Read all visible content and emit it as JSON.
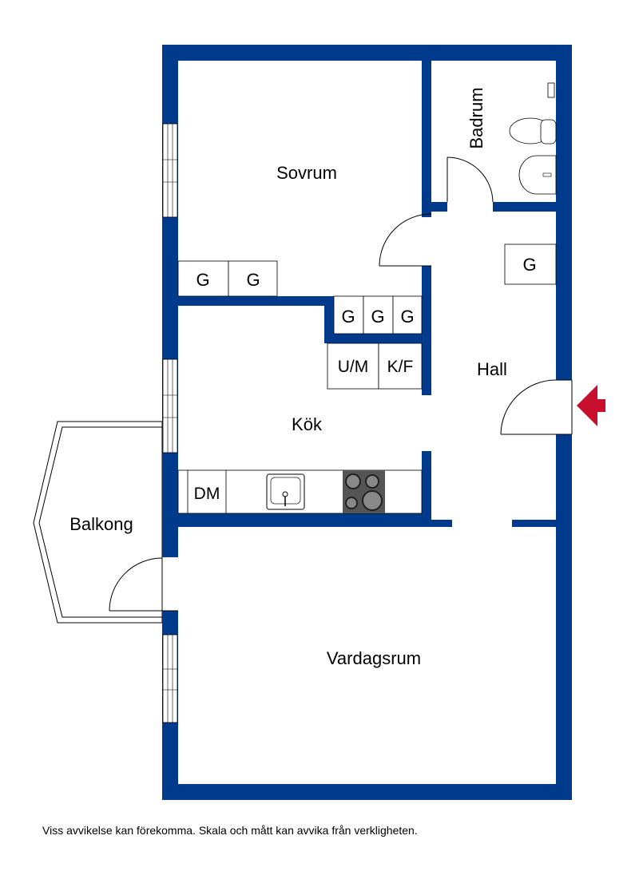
{
  "rooms": {
    "sovrum": "Sovrum",
    "badrum": "Badrum",
    "hall": "Hall",
    "kok": "Kök",
    "balkong": "Balkong",
    "vardagsrum": "Vardagsrum"
  },
  "fixtures": {
    "wardrobe": "G",
    "microwave": "U/M",
    "fridge_freezer": "K/F",
    "dishwasher": "DM"
  },
  "colors": {
    "wall": "#003a8c",
    "entrance_arrow": "#c8102e"
  },
  "footnote": "Viss avvikelse kan förekomma. Skala och mått kan avvika från verkligheten."
}
